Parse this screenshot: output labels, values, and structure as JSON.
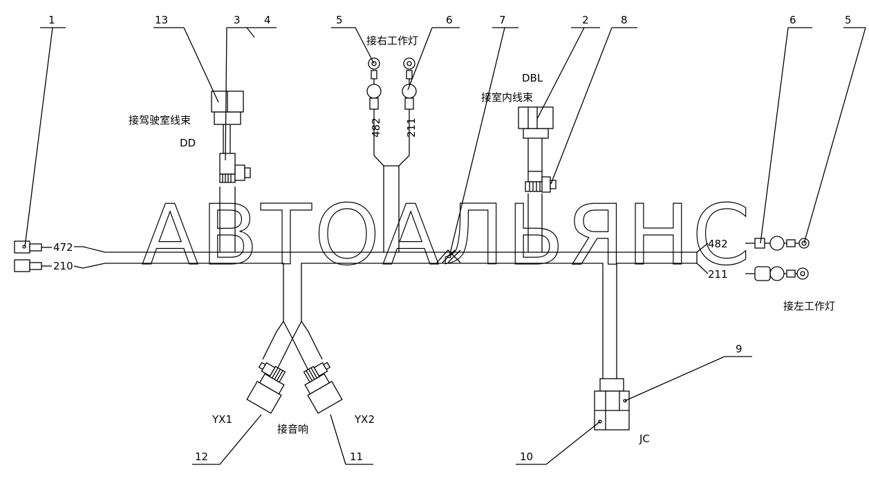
{
  "callouts": [
    "1",
    "13",
    "3",
    "4",
    "5",
    "6",
    "7",
    "2",
    "8",
    "6",
    "5",
    "9",
    "10",
    "12",
    "11"
  ],
  "wires": {
    "left_top": "472",
    "left_bottom": "210",
    "right_top": "482",
    "right_bottom": "211",
    "light_a": "482",
    "light_b": "211"
  },
  "labels": {
    "right_work_light": "接右工作灯",
    "cab_harness": "接驾驶室线束",
    "cab_code": "DD",
    "indoor_code": "DBL",
    "indoor_harness": "接室内线束",
    "left_work_light": "接左工作灯",
    "audio": "接音响",
    "yx1": "YX1",
    "yx2": "YX2",
    "jc": "JC"
  },
  "watermark": "АВТОАЛЬЯНС"
}
